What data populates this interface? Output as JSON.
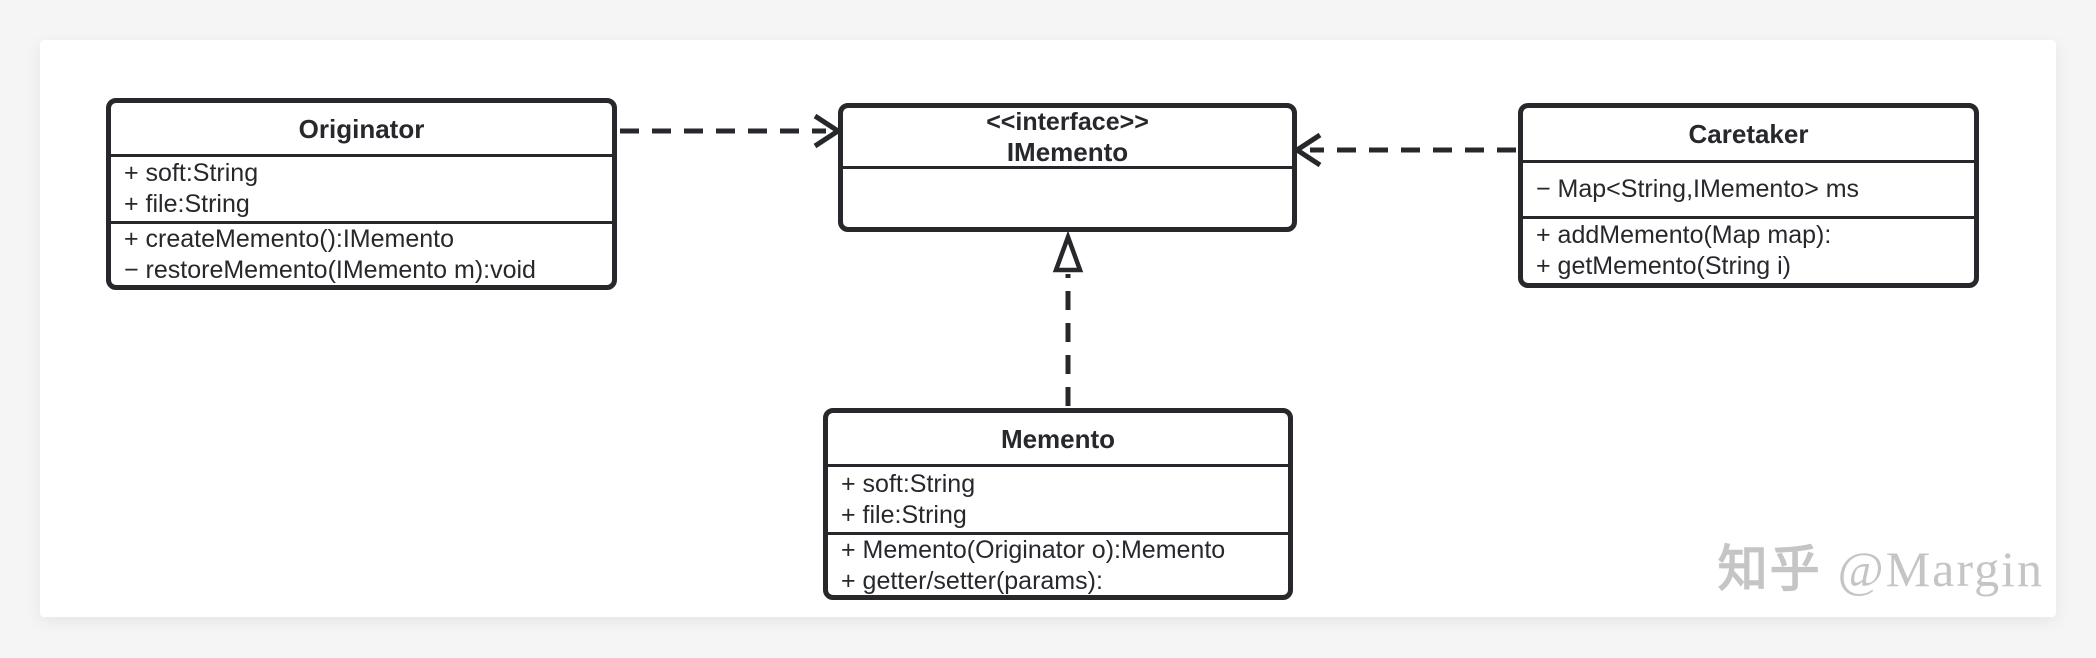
{
  "colors": {
    "line": "#26282c",
    "text": "#26282c",
    "card_bg": "#ffffff",
    "page_bg": "#f5f5f6",
    "watermark": "#c5c5c5"
  },
  "classes": {
    "originator": {
      "name": "Originator",
      "attributes": [
        "+ soft:String",
        "+ file:String"
      ],
      "methods": [
        "+ createMemento():IMemento",
        "− restoreMemento(IMemento m):void"
      ]
    },
    "imemento": {
      "stereotype": "<<interface>>",
      "name": "IMemento",
      "attributes": [],
      "methods": []
    },
    "caretaker": {
      "name": "Caretaker",
      "attributes": [
        "− Map<String,IMemento> ms"
      ],
      "methods": [
        "+ addMemento(Map map):",
        "+ getMemento(String i)"
      ]
    },
    "memento": {
      "name": "Memento",
      "attributes": [
        "+ soft:String",
        "+ file:String"
      ],
      "methods": [
        "+ Memento(Originator o):Memento",
        "+ getter/setter(params):"
      ]
    }
  },
  "relations": [
    {
      "from": "Originator",
      "to": "IMemento",
      "line": "dashed",
      "arrowhead": "open"
    },
    {
      "from": "Caretaker",
      "to": "IMemento",
      "line": "dashed",
      "arrowhead": "open"
    },
    {
      "from": "Memento",
      "to": "IMemento",
      "line": "dashed",
      "arrowhead": "hollow-triangle"
    }
  ],
  "watermark": {
    "brand": "知乎",
    "author": "@Margin"
  }
}
